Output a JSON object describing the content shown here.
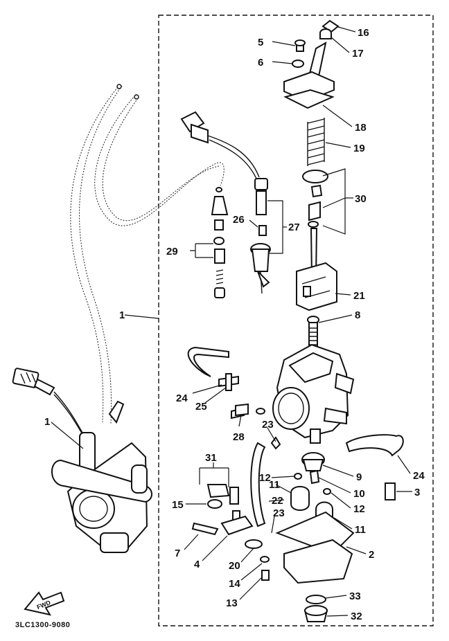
{
  "diagram": {
    "labels": [
      {
        "id": "5",
        "text": "5"
      },
      {
        "id": "6",
        "text": "6"
      },
      {
        "id": "16",
        "text": "16"
      },
      {
        "id": "17",
        "text": "17"
      },
      {
        "id": "18",
        "text": "18"
      },
      {
        "id": "19",
        "text": "19"
      },
      {
        "id": "30",
        "text": "30"
      },
      {
        "id": "26",
        "text": "26"
      },
      {
        "id": "27",
        "text": "27"
      },
      {
        "id": "29",
        "text": "29"
      },
      {
        "id": "21",
        "text": "21"
      },
      {
        "id": "8",
        "text": "8"
      },
      {
        "id": "1a",
        "text": "1"
      },
      {
        "id": "1b",
        "text": "1"
      },
      {
        "id": "24a",
        "text": "24"
      },
      {
        "id": "25",
        "text": "25"
      },
      {
        "id": "28",
        "text": "28"
      },
      {
        "id": "23a",
        "text": "23"
      },
      {
        "id": "24b",
        "text": "24"
      },
      {
        "id": "31",
        "text": "31"
      },
      {
        "id": "12a",
        "text": "12"
      },
      {
        "id": "9",
        "text": "9"
      },
      {
        "id": "11a",
        "text": "11"
      },
      {
        "id": "10",
        "text": "10"
      },
      {
        "id": "3",
        "text": "3"
      },
      {
        "id": "15",
        "text": "15"
      },
      {
        "id": "22",
        "text": "22"
      },
      {
        "id": "12b",
        "text": "12"
      },
      {
        "id": "23b",
        "text": "23"
      },
      {
        "id": "11b",
        "text": "11"
      },
      {
        "id": "7",
        "text": "7"
      },
      {
        "id": "4",
        "text": "4"
      },
      {
        "id": "20",
        "text": "20"
      },
      {
        "id": "2",
        "text": "2"
      },
      {
        "id": "14",
        "text": "14"
      },
      {
        "id": "13",
        "text": "13"
      },
      {
        "id": "33",
        "text": "33"
      },
      {
        "id": "32",
        "text": "32"
      }
    ],
    "drawing_code": "3LC1300-9080",
    "direction_mark": "FWD"
  }
}
